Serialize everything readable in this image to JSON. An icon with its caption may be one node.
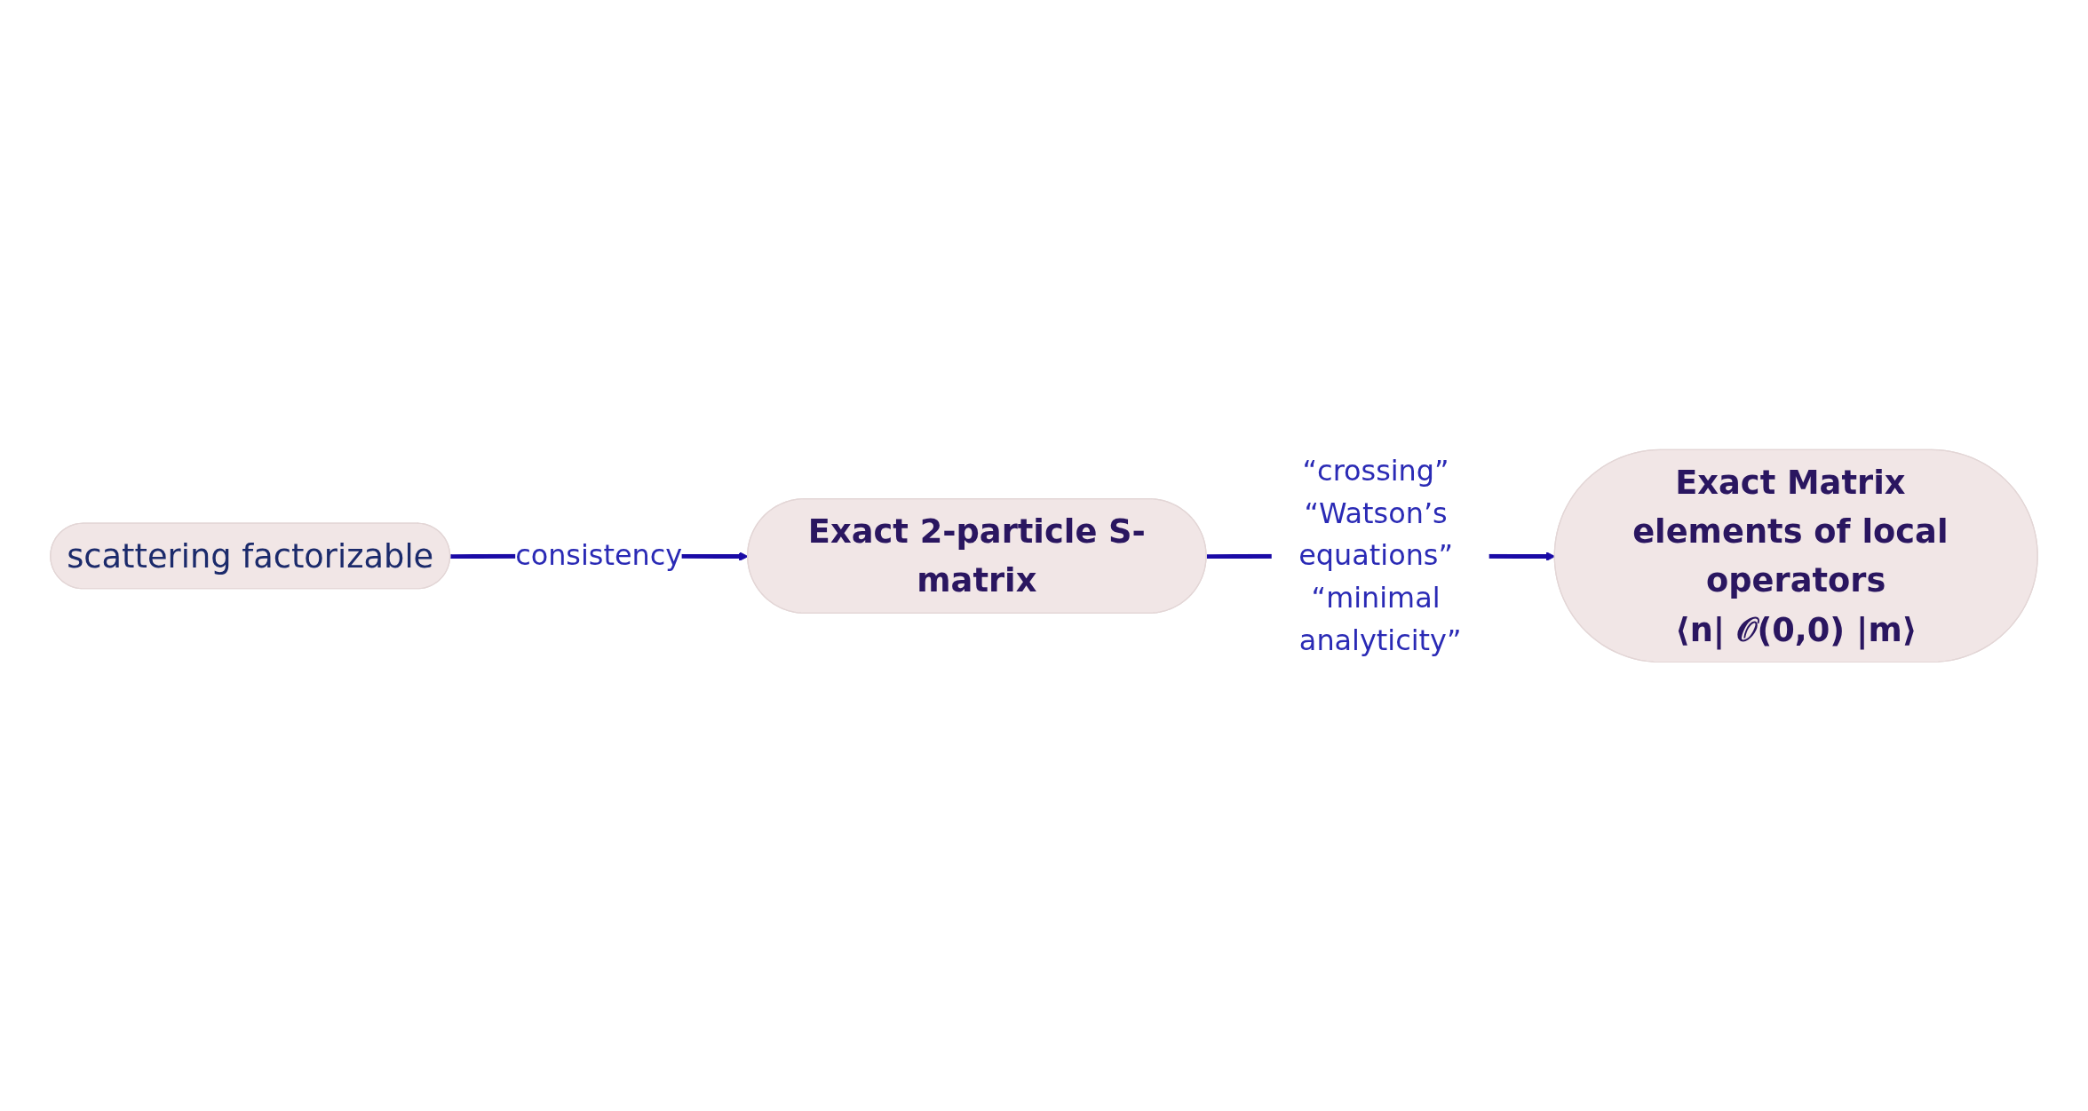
{
  "diagram": {
    "nodes": [
      {
        "text": [
          "scattering factorizable"
        ]
      },
      {
        "text": [
          "Exact 2-particle S-matrix"
        ]
      },
      {
        "text": [
          "Exact Matrix elements of local operators",
          "⟨n| 𝒪(0,0) |m⟩"
        ]
      }
    ],
    "edges": [
      {
        "from": 0,
        "to": 1,
        "arrow": "to",
        "label": "consistency"
      },
      {
        "from": 1,
        "to": 2,
        "arrow": "to",
        "label": "“crossing” “Watson’s equations” “minimal analyticity”"
      }
    ]
  }
}
